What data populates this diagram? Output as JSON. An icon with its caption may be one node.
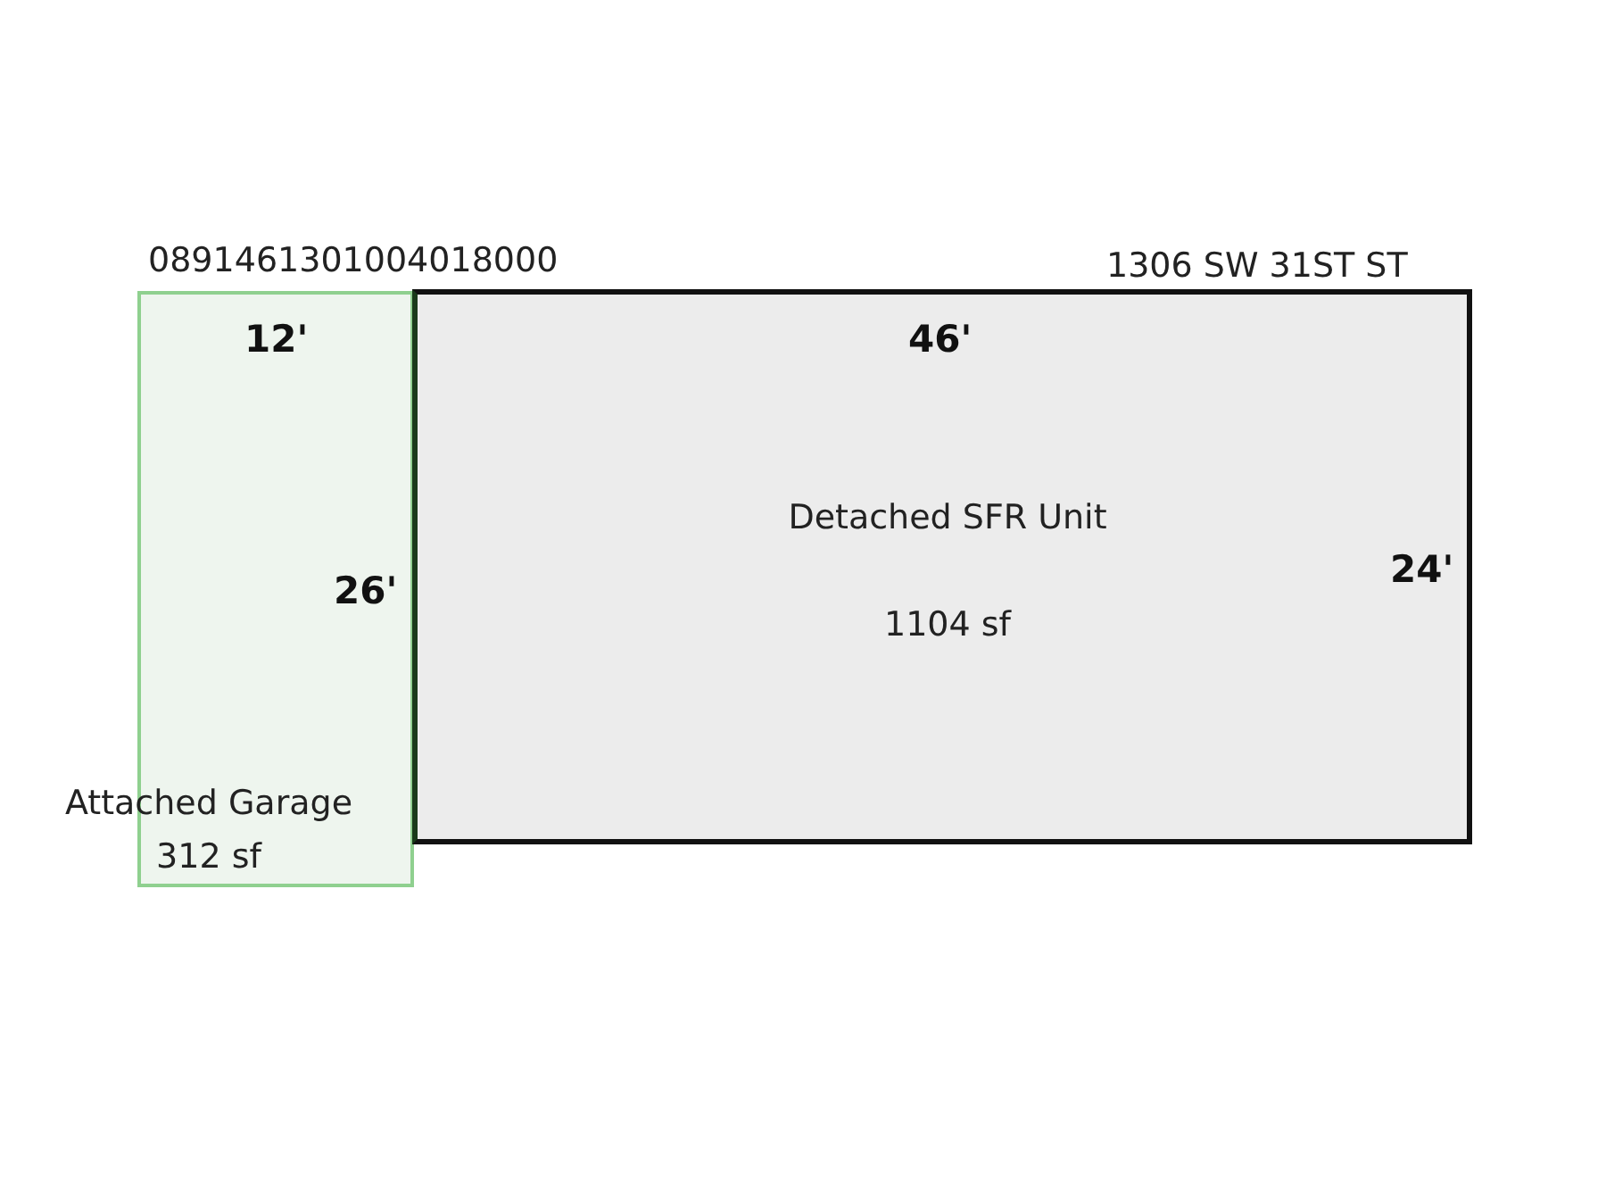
{
  "diagram": {
    "nodes": [
      {
        "text": [
          "Attached Garage 312 sf"
        ]
      },
      {
        "text": [
          "Detached SFR Unit",
          "1104 sf"
        ]
      }
    ],
    "labels": [
      "0891461301004018000",
      "1306 SW 31ST ST",
      "12'",
      "46'",
      "26'",
      "24'"
    ]
  }
}
